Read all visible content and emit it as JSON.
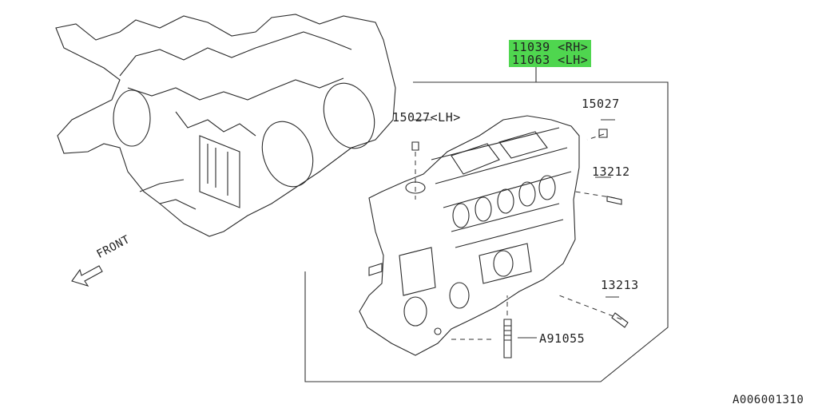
{
  "callouts": {
    "part_rh": "11039 <RH>",
    "part_lh": "11063 <LH>",
    "bolt_lh": "15027<LH>",
    "bolt": "15027",
    "pin_upper": "13212",
    "pin_lower": "13213",
    "stud": "A91055"
  },
  "direction_label": "FRONT",
  "diagram_code": "A006001310",
  "colors": {
    "highlight": "#4fd64f",
    "line": "#333333"
  }
}
